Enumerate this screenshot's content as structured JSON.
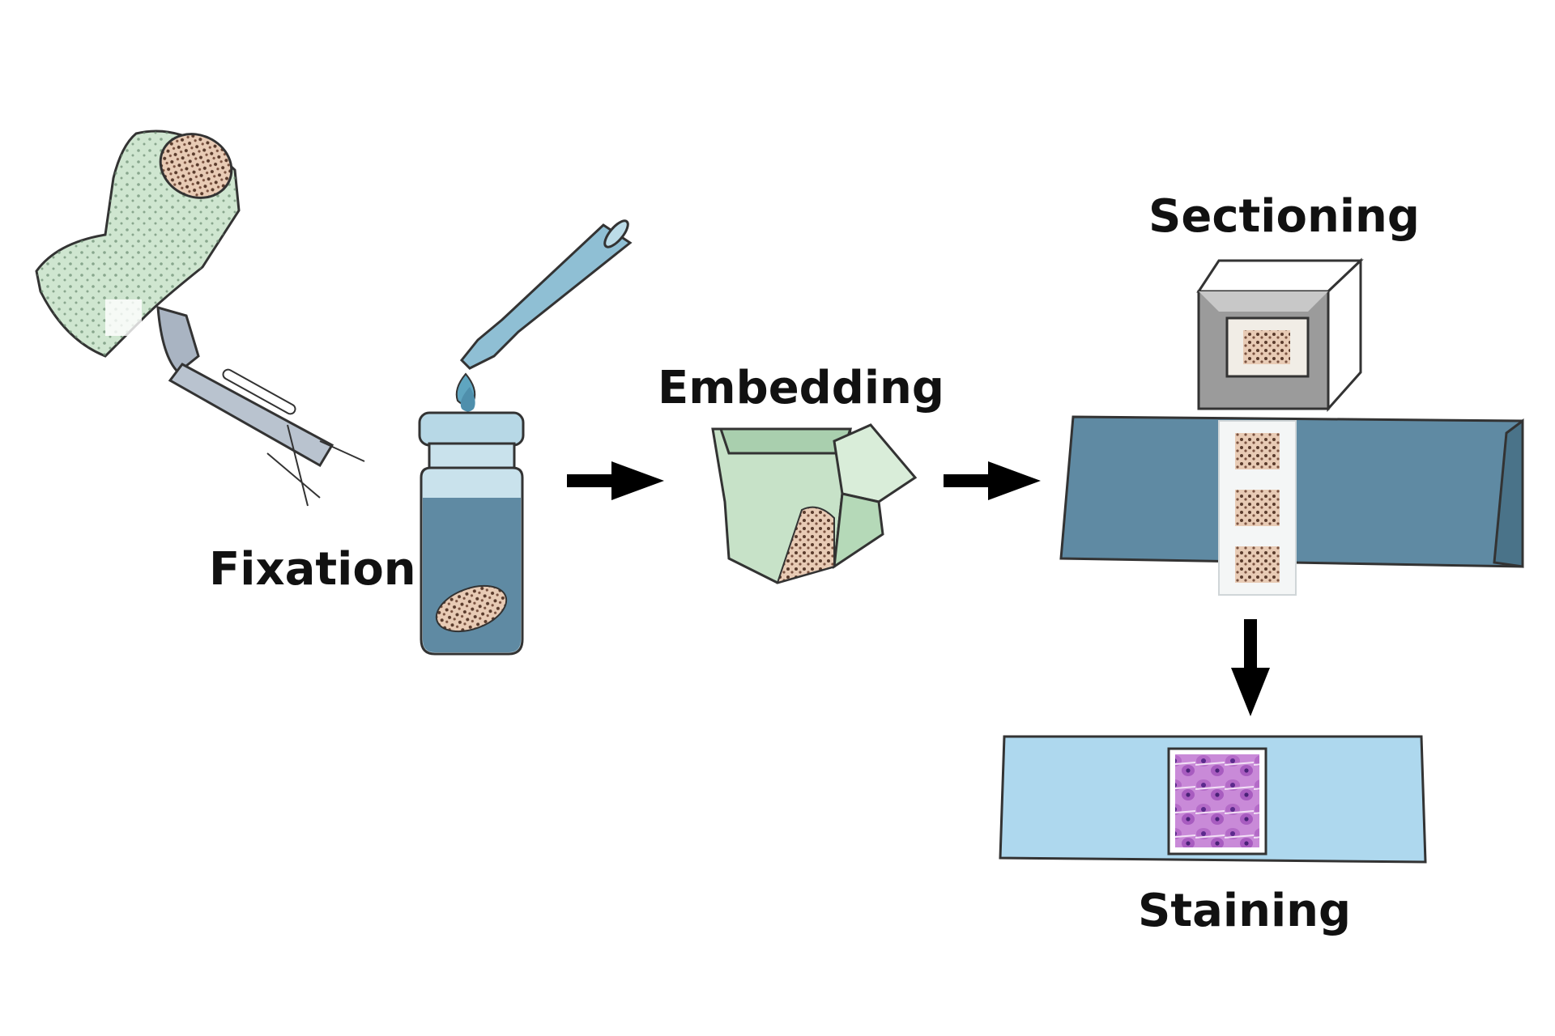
{
  "steps": {
    "fixation": "Fixation",
    "embedding": "Embedding",
    "sectioning": "Sectioning",
    "staining": "Staining"
  },
  "icons": [
    "tissue-organ-icon",
    "scalpel-icon",
    "dropper-icon",
    "fixative-vial-icon",
    "embedding-mold-icon",
    "paraffin-block-icon",
    "section-ribbon-icon",
    "stained-slide-icon",
    "arrow-right-icon",
    "arrow-down-icon"
  ],
  "colors": {
    "tissue": "#cfe6d0",
    "fluid": "#5f8aa3",
    "glass": "#c9e2ec",
    "ribbon": "#5f8aa3",
    "slide": "#aed8ee",
    "stain": "#b46bc8",
    "arrow": "#000000"
  }
}
